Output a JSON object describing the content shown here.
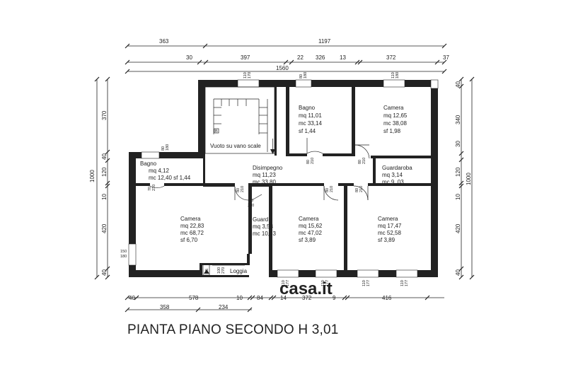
{
  "title": "PIANTA PIANO SECONDO H 3,01",
  "dimensions": {
    "top1": [
      "363",
      "1197"
    ],
    "top2": [
      "30",
      "397",
      "22",
      "326",
      "13",
      "372",
      "37"
    ],
    "top3": "1560",
    "bottom1": [
      "40",
      "578",
      "10",
      "84",
      "14",
      "372",
      "9",
      "416"
    ],
    "bottom2": [
      "358",
      "234"
    ],
    "left_outer": "1000",
    "left_inner": [
      "370",
      "40",
      "120",
      "10",
      "420",
      "40"
    ],
    "right_outer": "1000",
    "right_inner": [
      "40",
      "340",
      "30",
      "120",
      "10",
      "420",
      "40"
    ]
  },
  "rooms": {
    "bagno_top": {
      "name": "Bagno",
      "l1": "mq  11,01",
      "l2": "mc  33,14",
      "l3": "sf     1,44"
    },
    "camera_top": {
      "name": "Camera",
      "l1": "mq  12,65",
      "l2": "mc  38,08",
      "l3": "sf     1,98"
    },
    "vuoto": {
      "name": "Vuoto su vano scale",
      "mark": "B"
    },
    "disimpegno": {
      "name": "Disimpegno",
      "l1": "mq  11,23",
      "l2": "mc  33,80"
    },
    "guardaroba": {
      "name": "Guardaroba",
      "l1": "mq  3,14",
      "l2": "mc  9, 03"
    },
    "bagno_left": {
      "name": "Bagno",
      "l1": "mq  4,12",
      "l2": "mc 12,40 sf 1,44"
    },
    "camera_left": {
      "name": "Camera",
      "l1": "mq  22,83",
      "l2": "mc  68,72",
      "l3": "sf    6,70"
    },
    "guard": {
      "name": "Guard",
      "l1": "mq  3,53",
      "l2": "mc 10,63"
    },
    "camera_mid": {
      "name": "Camera",
      "l1": "mq  15,62",
      "l2": "mc  47,02",
      "l3": "sf    3,89"
    },
    "camera_right": {
      "name": "Camera",
      "l1": "mq  17,47",
      "l2": "mc  52,58",
      "l3": "sf    3,89"
    },
    "loggia": {
      "name": "Loggia"
    }
  },
  "small_labels": {
    "s110_170": [
      "110",
      "170"
    ],
    "s80_180": [
      "80",
      "180"
    ],
    "s110_180": [
      "110",
      "180"
    ],
    "s80_210": [
      "80",
      "210"
    ],
    "s70_210": [
      "70",
      "210"
    ],
    "s73_210": [
      "73",
      "210"
    ],
    "s150_180": [
      "150",
      "180"
    ],
    "s65": "65",
    "s100_270": [
      "100",
      "270"
    ],
    "s110_177": [
      "110",
      "177"
    ]
  },
  "watermark": "casa.it"
}
